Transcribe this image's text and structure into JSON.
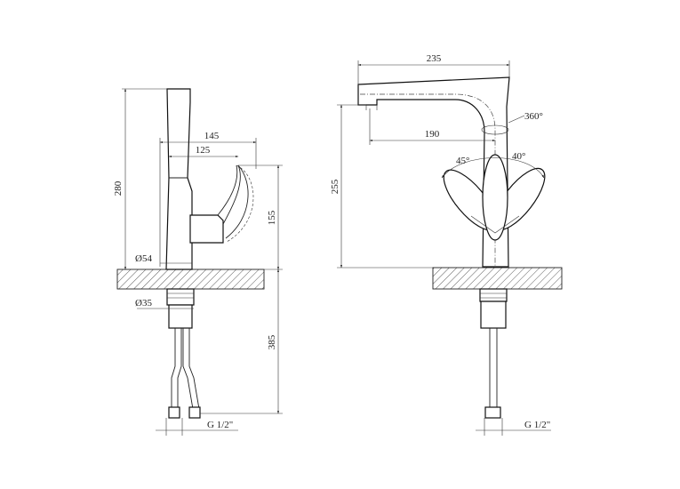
{
  "dimensions": {
    "side_width_top": "145",
    "side_width_handle": "125",
    "side_height": "280",
    "side_handle_height": "155",
    "base_diameter": "Ø54",
    "thread_diameter": "Ø35",
    "hose_length": "385",
    "side_thread": "G 1/2\"",
    "front_reach": "235",
    "front_spout": "190",
    "front_height": "255",
    "rotation": "360°",
    "angle_left": "45°",
    "angle_right": "40°",
    "front_thread": "G 1/2\""
  }
}
